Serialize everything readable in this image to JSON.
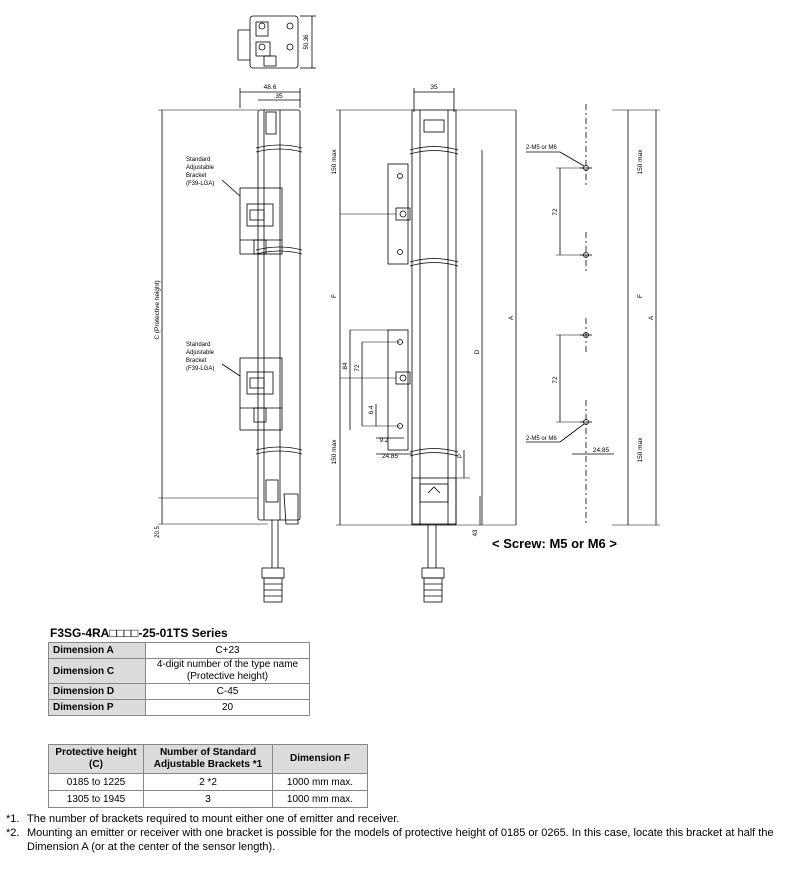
{
  "drawing": {
    "top_view_dims": {
      "height": "50.36"
    },
    "side_view_dims": {
      "width_total": "48.6",
      "width_inner": "35",
      "protective_height": "C (Protective height)",
      "bottom_offset": "20.5"
    },
    "bracket_callout": [
      "Standard",
      "Adjustable",
      "Bracket",
      "(F39-LGA)"
    ],
    "front_view_dims": {
      "width": "35",
      "top_max": "150 max",
      "bottom_max": "150 max",
      "dim_f": "F",
      "dim_a": "A",
      "dim_d": "D",
      "dim_84": "84",
      "dim_72": "72",
      "dim_6_4": "6.4",
      "dim_9_2": "9.2",
      "dim_24_85": "24.85",
      "dim_p": "P",
      "dim_43": "43"
    },
    "mount_view_dims": {
      "screw_top": "2-M5 or M6",
      "screw_bottom": "2-M5 or M6",
      "pitch_top": "72",
      "pitch_bottom": "72",
      "offset": "24.85",
      "top_max": "150 max",
      "bottom_max": "150 max",
      "dim_f": "F",
      "dim_a": "A"
    }
  },
  "screw_note": "< Screw: M5 or M6 >",
  "series_title": "F3SG-4RA□□□□-25-01TS Series",
  "dimension_table": [
    {
      "name": "Dimension A",
      "value": "C+23"
    },
    {
      "name": "Dimension C",
      "value": "4-digit number of the type name\n(Protective height)"
    },
    {
      "name": "Dimension D",
      "value": "C-45"
    },
    {
      "name": "Dimension P",
      "value": "20"
    }
  ],
  "bracket_table": {
    "headers": [
      "Protective height\n(C)",
      "Number of Standard\nAdjustable Brackets *1",
      "Dimension F"
    ],
    "rows": [
      [
        "0185 to 1225",
        "2 *2",
        "1000 mm max."
      ],
      [
        "1305 to 1945",
        "3",
        "1000 mm max."
      ]
    ]
  },
  "notes": [
    {
      "mark": "*1.",
      "text": "The number of brackets required to mount either one of emitter and receiver."
    },
    {
      "mark": "*2.",
      "text": "Mounting an emitter or receiver with one bracket is possible for the models of protective height of 0185 or 0265. In this case, locate this bracket at half the Dimension A (or at the center of the sensor length)."
    }
  ]
}
